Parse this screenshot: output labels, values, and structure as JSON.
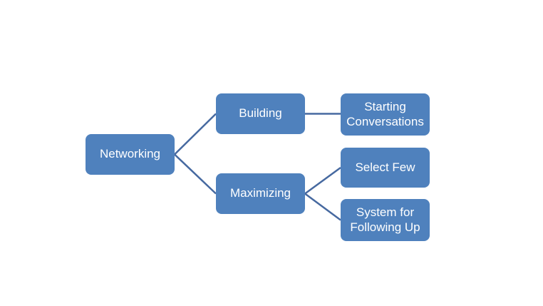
{
  "diagram": {
    "type": "horizontal-hierarchy",
    "background_color": "#ffffff",
    "node_fill_color": "#4f81bd",
    "node_text_color": "#ffffff",
    "connector_color": "#4669a0",
    "nodes": [
      {
        "id": "networking",
        "label": "Networking",
        "level": 1
      },
      {
        "id": "building",
        "label": "Building",
        "level": 2
      },
      {
        "id": "maximizing",
        "label": "Maximizing",
        "level": 2
      },
      {
        "id": "starting-conversations",
        "label": "Starting Conversations",
        "level": 3
      },
      {
        "id": "select-few",
        "label": "Select Few",
        "level": 3
      },
      {
        "id": "system-for-following-up",
        "label": "System for Following Up",
        "level": 3
      }
    ],
    "edges": [
      {
        "from": "Networking",
        "to": "Building"
      },
      {
        "from": "Networking",
        "to": "Maximizing"
      },
      {
        "from": "Building",
        "to": "Starting Conversations"
      },
      {
        "from": "Maximizing",
        "to": "Select Few"
      },
      {
        "from": "Maximizing",
        "to": "System for Following Up"
      }
    ]
  }
}
